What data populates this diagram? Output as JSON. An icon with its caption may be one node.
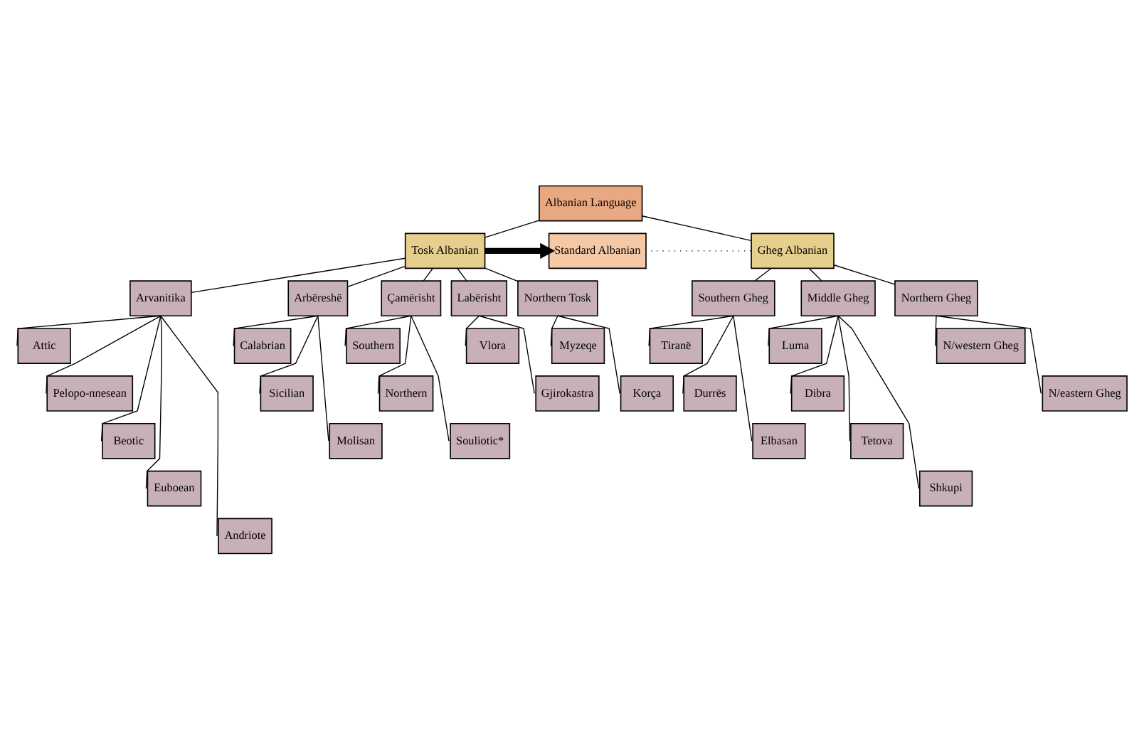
{
  "diagram": {
    "nodes": [
      {
        "text": [
          "Albanian Language"
        ]
      },
      {
        "text": [
          "Tosk Albanian"
        ]
      },
      {
        "text": [
          "Standard Albanian"
        ]
      },
      {
        "text": [
          "Gheg Albanian"
        ]
      },
      {
        "text": [
          "Arvanitika"
        ]
      },
      {
        "text": [
          "Arbëreshë"
        ]
      },
      {
        "text": [
          "Çamërisht"
        ]
      },
      {
        "text": [
          "Labërisht"
        ]
      },
      {
        "text": [
          "Northern Tosk"
        ]
      },
      {
        "text": [
          "Southern Gheg"
        ]
      },
      {
        "text": [
          "Middle Gheg"
        ]
      },
      {
        "text": [
          "Northern Gheg"
        ]
      },
      {
        "text": [
          "Attic"
        ]
      },
      {
        "text": [
          "Pelopo-nnesean"
        ]
      },
      {
        "text": [
          "Beotic"
        ]
      },
      {
        "text": [
          "Euboean"
        ]
      },
      {
        "text": [
          "Andriote"
        ]
      },
      {
        "text": [
          "Calabrian"
        ]
      },
      {
        "text": [
          "Sicilian"
        ]
      },
      {
        "text": [
          "Molisan"
        ]
      },
      {
        "text": [
          "Southern"
        ]
      },
      {
        "text": [
          "Northern"
        ]
      },
      {
        "text": [
          "Souliotic*"
        ]
      },
      {
        "text": [
          "Vlora"
        ]
      },
      {
        "text": [
          "Gjirokastra"
        ]
      },
      {
        "text": [
          "Myzeqe"
        ]
      },
      {
        "text": [
          "Korça"
        ]
      },
      {
        "text": [
          "Tiranë"
        ]
      },
      {
        "text": [
          "Durrës"
        ]
      },
      {
        "text": [
          "Elbasan"
        ]
      },
      {
        "text": [
          "Luma"
        ]
      },
      {
        "text": [
          "Dibra"
        ]
      },
      {
        "text": [
          "Tetova"
        ]
      },
      {
        "text": [
          "Shkupi"
        ]
      },
      {
        "text": [
          "N/western Gheg"
        ]
      },
      {
        "text": [
          "N/eastern Gheg"
        ]
      }
    ],
    "edges": [
      {
        "from": 0,
        "to": 1,
        "arrow": "none"
      },
      {
        "from": 0,
        "to": 3,
        "arrow": "none"
      },
      {
        "from": 1,
        "to": 2,
        "arrow": "to",
        "style": "thick"
      },
      {
        "from": 3,
        "to": 2,
        "arrow": "none",
        "style": "dashed"
      },
      {
        "from": 1,
        "to": 4,
        "arrow": "none"
      },
      {
        "from": 1,
        "to": 5,
        "arrow": "none"
      },
      {
        "from": 1,
        "to": 6,
        "arrow": "none"
      },
      {
        "from": 1,
        "to": 7,
        "arrow": "none"
      },
      {
        "from": 1,
        "to": 8,
        "arrow": "none"
      },
      {
        "from": 3,
        "to": 9,
        "arrow": "none"
      },
      {
        "from": 3,
        "to": 10,
        "arrow": "none"
      },
      {
        "from": 3,
        "to": 11,
        "arrow": "none"
      },
      {
        "from": 4,
        "to": 12,
        "arrow": "none"
      },
      {
        "from": 4,
        "to": 13,
        "arrow": "none"
      },
      {
        "from": 4,
        "to": 14,
        "arrow": "none"
      },
      {
        "from": 4,
        "to": 15,
        "arrow": "none"
      },
      {
        "from": 4,
        "to": 16,
        "arrow": "none"
      },
      {
        "from": 5,
        "to": 17,
        "arrow": "none"
      },
      {
        "from": 5,
        "to": 18,
        "arrow": "none"
      },
      {
        "from": 5,
        "to": 19,
        "arrow": "none"
      },
      {
        "from": 6,
        "to": 20,
        "arrow": "none"
      },
      {
        "from": 6,
        "to": 21,
        "arrow": "none"
      },
      {
        "from": 6,
        "to": 22,
        "arrow": "none"
      },
      {
        "from": 7,
        "to": 23,
        "arrow": "none"
      },
      {
        "from": 7,
        "to": 24,
        "arrow": "none"
      },
      {
        "from": 8,
        "to": 25,
        "arrow": "none"
      },
      {
        "from": 8,
        "to": 26,
        "arrow": "none"
      },
      {
        "from": 9,
        "to": 27,
        "arrow": "none"
      },
      {
        "from": 9,
        "to": 28,
        "arrow": "none"
      },
      {
        "from": 9,
        "to": 29,
        "arrow": "none"
      },
      {
        "from": 10,
        "to": 30,
        "arrow": "none"
      },
      {
        "from": 10,
        "to": 31,
        "arrow": "none"
      },
      {
        "from": 10,
        "to": 32,
        "arrow": "none"
      },
      {
        "from": 10,
        "to": 33,
        "arrow": "none"
      },
      {
        "from": 11,
        "to": 34,
        "arrow": "none"
      },
      {
        "from": 11,
        "to": 35,
        "arrow": "none"
      }
    ]
  }
}
